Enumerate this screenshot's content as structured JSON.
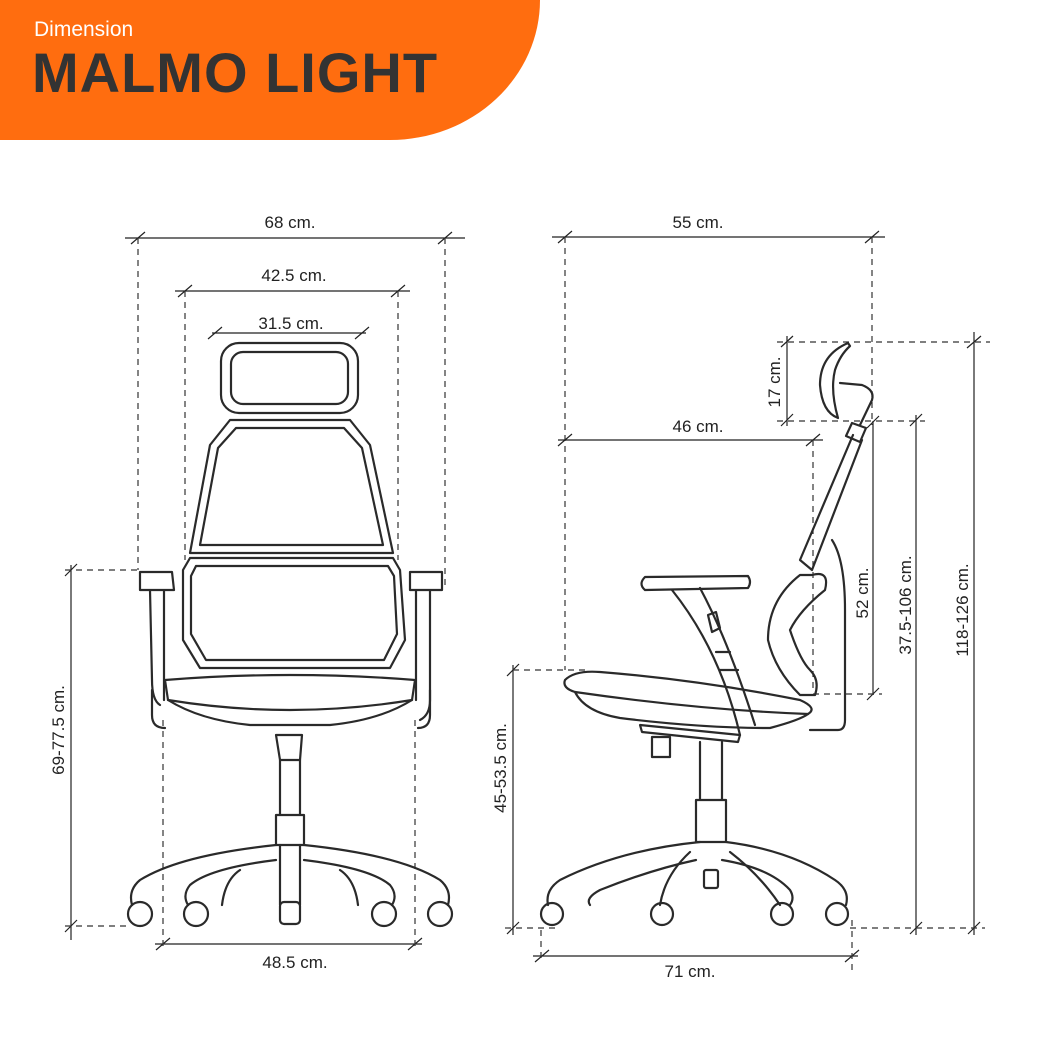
{
  "header": {
    "subtitle": "Dimension",
    "title": "MALMO LIGHT",
    "accent": "#ff6d0f"
  },
  "front_view": {
    "overall_width": "68 cm.",
    "backrest_width": "42.5 cm.",
    "headrest_width": "31.5 cm.",
    "armrest_height": "69-77.5 cm.",
    "base_width": "48.5 cm."
  },
  "side_view": {
    "overall_depth": "55 cm.",
    "seat_depth": "46 cm.",
    "headrest_height": "17 cm.",
    "backrest_height": "52 cm.",
    "back_range": "37.5-106 cm.",
    "overall_height": "118-126 cm.",
    "seat_height": "45-53.5 cm.",
    "base_depth": "71 cm."
  }
}
